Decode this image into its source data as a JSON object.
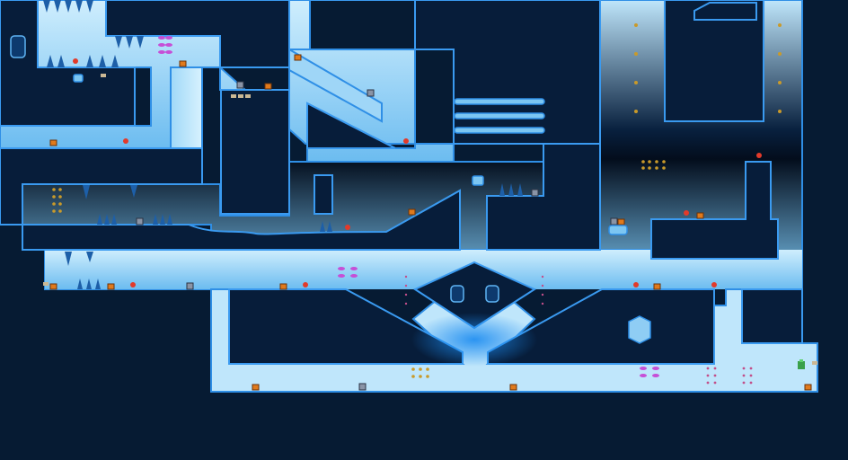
{
  "screen": {
    "title": "",
    "view": "level-map"
  },
  "palette": {
    "background": "#061b33",
    "rock": "#071d3a",
    "ice_light": "#bfe6fb",
    "ice_mid": "#7cc6f2",
    "ice_edge": "#2f8fe6",
    "glow": "#1b7fe0",
    "crate": "#e07a1c",
    "flower_red": "#e23a2a",
    "gem_pink": "#c64fd6",
    "coin_gold": "#c99a2a",
    "player_green": "#3aa04a"
  },
  "sprites": {
    "player": "green-frog-player-sprite",
    "crate": "orange-crate-sprite",
    "flower": "red-fire-flower-sprite",
    "monitor": "grey-item-box-sprite",
    "gem_cluster": "pink-gem-cluster-sprite",
    "coin_row": "gold-coin-sprite",
    "spike": "ice-stalactite-sprite",
    "portal": "ice-portal-capsule-sprite",
    "checkpoint": "ice-exit-door-sprite"
  },
  "hud": {
    "lives_icon": "player-life-icon"
  }
}
